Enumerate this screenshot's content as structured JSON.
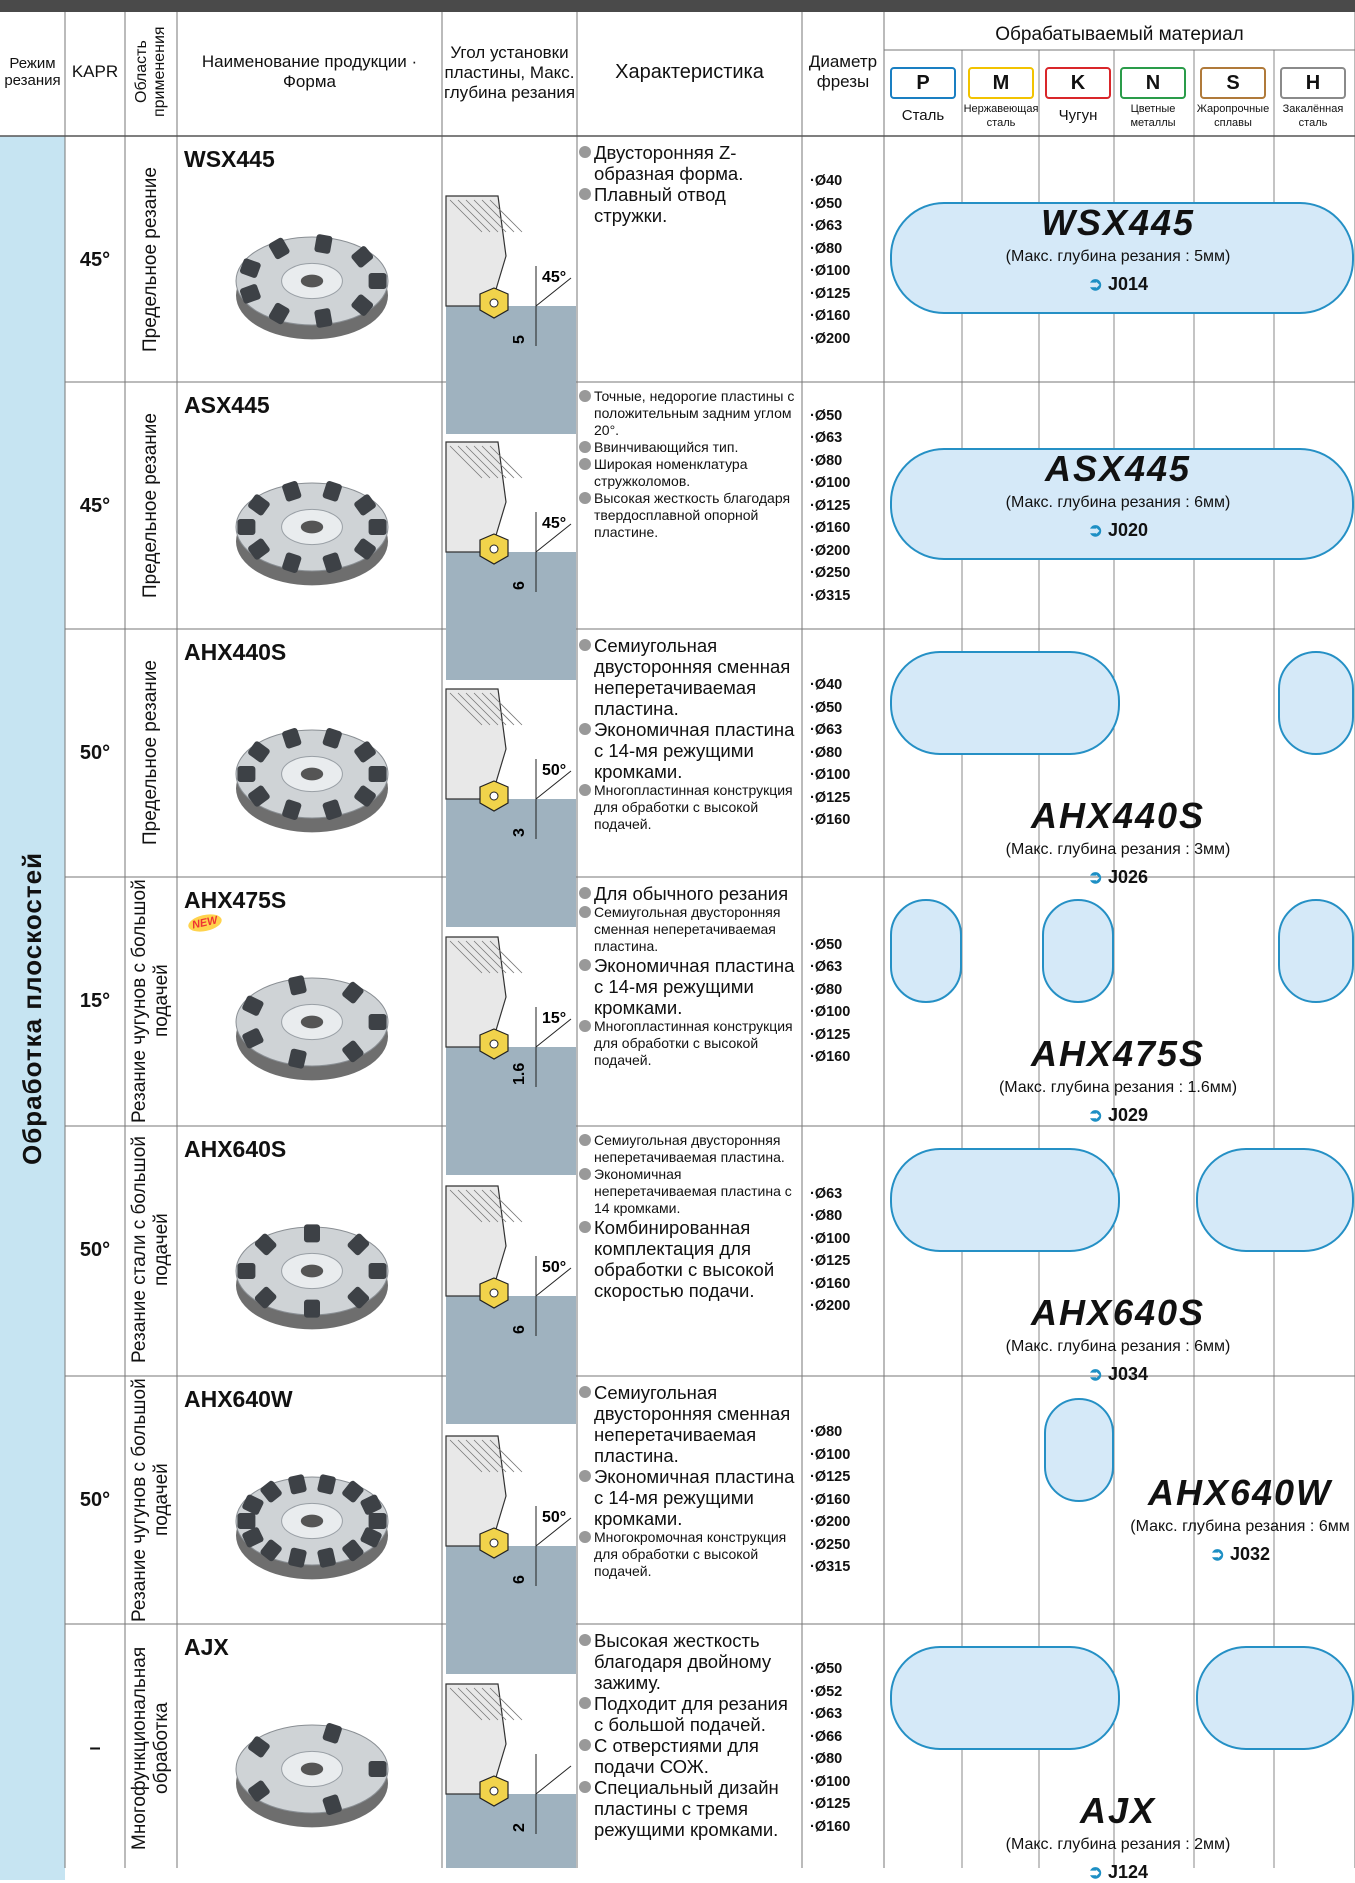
{
  "header": {
    "mode": "Режим резания",
    "kapr": "KAPR",
    "area": "Область применения",
    "product": "Наименование продукции · Форма",
    "angle": "Угол установки пластины, Макс. глубина резания",
    "features": "Характеристика",
    "diameter": "Диаметр фрезы",
    "materials_title": "Обрабатываемый материал"
  },
  "materials": [
    {
      "code": "P",
      "name": "Сталь",
      "color": "#1a7fc2"
    },
    {
      "code": "M",
      "name": "Нержавеющая сталь",
      "color": "#f2c300"
    },
    {
      "code": "K",
      "name": "Чугун",
      "color": "#d9262a"
    },
    {
      "code": "N",
      "name": "Цветные металлы",
      "color": "#2a9c4a"
    },
    {
      "code": "S",
      "name": "Жаропрочные сплавы",
      "color": "#b07a3a"
    },
    {
      "code": "H",
      "name": "Закалённая сталь",
      "color": "#8a8a8a"
    }
  ],
  "group_label": "Обработка плоскостей",
  "depth_prefix": "(Макс. глубина резания : ",
  "rows": [
    {
      "kapr": "45°",
      "area": "Предельное резание",
      "name": "WSX445",
      "angle": "45°",
      "depth": "5",
      "features": [
        {
          "t": "Двусторонняя Z-образная форма.",
          "s": "big"
        },
        {
          "t": "Плавный отвод стружки.",
          "s": "big"
        }
      ],
      "diameters": [
        "·Ø40",
        "·Ø50",
        "·Ø63",
        "·Ø80",
        "·Ø100",
        "·Ø125",
        "·Ø160",
        "·Ø200"
      ],
      "title": "WSX445",
      "max_depth": "5мм)",
      "ref": "J014"
    },
    {
      "kapr": "45°",
      "area": "Предельное резание",
      "name": "ASX445",
      "angle": "45°",
      "depth": "6",
      "features": [
        {
          "t": "Точные, недорогие пластины с положительным задним углом 20°.",
          "s": "small"
        },
        {
          "t": "Ввинчивающийся тип.",
          "s": "small"
        },
        {
          "t": "Широкая номенклатура стружколомов.",
          "s": "small"
        },
        {
          "t": "Высокая жесткость благодаря твердосплавной опорной пластине.",
          "s": "small"
        }
      ],
      "diameters": [
        "·Ø50",
        "·Ø63",
        "·Ø80",
        "·Ø100",
        "·Ø125",
        "·Ø160",
        "·Ø200",
        "·Ø250",
        "·Ø315"
      ],
      "title": "ASX445",
      "max_depth": "6мм)",
      "ref": "J020"
    },
    {
      "kapr": "50°",
      "area": "Предельное резание",
      "name": "AHX440S",
      "angle": "50°",
      "depth": "3",
      "features": [
        {
          "t": "Семиугольная двусторонняя сменная неперетачиваемая пластина.",
          "s": "big"
        },
        {
          "t": "Экономичная пластина с 14-мя режущими кромками.",
          "s": "big"
        },
        {
          "t": "Многопластинная конструкция для обработки с высокой подачей.",
          "s": "small"
        }
      ],
      "diameters": [
        "·Ø40",
        "·Ø50",
        "·Ø63",
        "·Ø80",
        "·Ø100",
        "·Ø125",
        "·Ø160"
      ],
      "title": "AHX440S",
      "max_depth": "3мм)",
      "ref": "J026"
    },
    {
      "kapr": "15°",
      "area": "Резание чугунов с большой подачей",
      "name": "AHX475S",
      "new": "NEW",
      "angle": "15°",
      "depth": "1.6",
      "features": [
        {
          "t": "Для обычного резания",
          "s": "big"
        },
        {
          "t": "Семиугольная двусторонняя сменная неперетачиваемая пластина.",
          "s": "small"
        },
        {
          "t": "Экономичная пластина с 14-мя режущими кромками.",
          "s": "big"
        },
        {
          "t": "Многопластинная конструкция для обработки с высокой подачей.",
          "s": "small"
        }
      ],
      "diameters": [
        "·Ø50",
        "·Ø63",
        "·Ø80",
        "·Ø100",
        "·Ø125",
        "·Ø160"
      ],
      "title": "AHX475S",
      "max_depth": "1.6мм)",
      "ref": "J029"
    },
    {
      "kapr": "50°",
      "area": "Резание стали с большой подачей",
      "name": "AHX640S",
      "angle": "50°",
      "depth": "6",
      "features": [
        {
          "t": "Семиугольная двусторонняя неперетачиваемая пластина.",
          "s": "small"
        },
        {
          "t": "Экономичная неперетачиваемая пластина с 14 кромками.",
          "s": "small"
        },
        {
          "t": "Комбинированная комплектация для обработки с высокой скоростью подачи.",
          "s": "big"
        }
      ],
      "diameters": [
        "·Ø63",
        "·Ø80",
        "·Ø100",
        "·Ø125",
        "·Ø160",
        "·Ø200"
      ],
      "title": "AHX640S",
      "max_depth": "6мм)",
      "ref": "J034"
    },
    {
      "kapr": "50°",
      "area": "Резание чугунов с большой подачей",
      "name": "AHX640W",
      "angle": "50°",
      "depth": "6",
      "features": [
        {
          "t": "Семиугольная двусторонняя сменная неперетачиваемая пластина.",
          "s": "big"
        },
        {
          "t": "Экономичная пластина с 14-мя режущими кромками.",
          "s": "big"
        },
        {
          "t": "Многокромочная конструкция для обработки с высокой подачей.",
          "s": "small"
        }
      ],
      "diameters": [
        "·Ø80",
        "·Ø100",
        "·Ø125",
        "·Ø160",
        "·Ø200",
        "·Ø250",
        "·Ø315"
      ],
      "title": "AHX640W",
      "max_depth": "6мм",
      "ref": "J032"
    },
    {
      "kapr": "–",
      "area": "Многофункциональная обработка",
      "name": "AJX",
      "angle": "",
      "depth": "2",
      "features": [
        {
          "t": "Высокая жесткость благодаря двойному зажиму.",
          "s": "big"
        },
        {
          "t": "Подходит для резания с большой подачей.",
          "s": "big"
        },
        {
          "t": "С отверстиями для подачи СОЖ.",
          "s": "big"
        },
        {
          "t": "Специальный дизайн пластины с тремя режущими кромками.",
          "s": "big"
        }
      ],
      "diameters": [
        "·Ø50",
        "·Ø52",
        "·Ø63",
        "·Ø66",
        "·Ø80",
        "·Ø100",
        "·Ø125",
        "·Ø160"
      ],
      "title": "AJX",
      "max_depth": "2мм)",
      "ref": "J124"
    }
  ]
}
